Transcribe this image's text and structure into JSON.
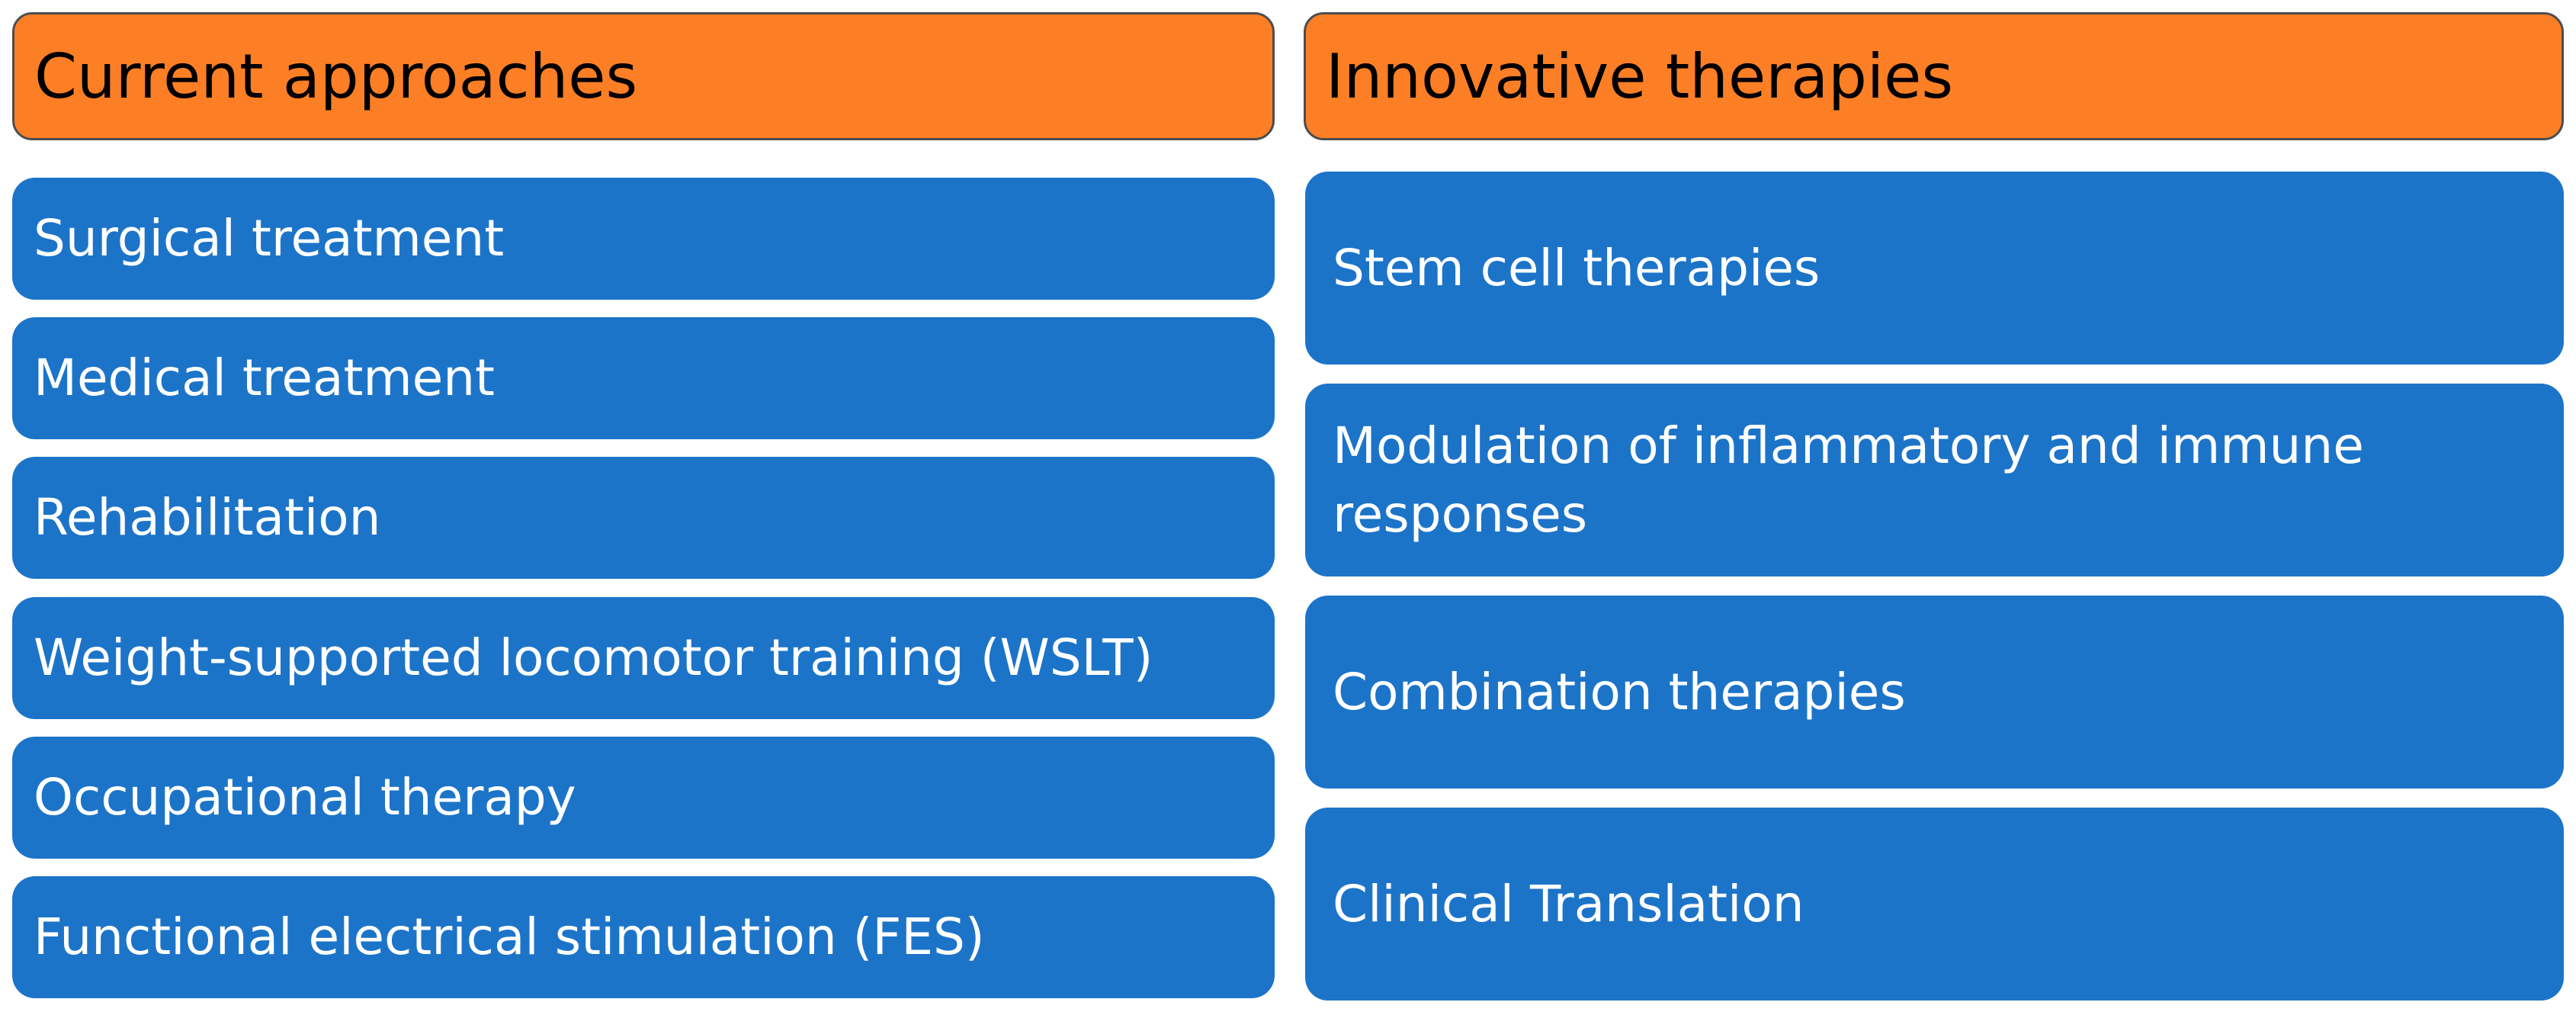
{
  "columns": [
    {
      "heading": "Current approaches",
      "items": [
        "Surgical treatment",
        "Medical treatment",
        "Rehabilitation",
        "Weight-supported locomotor training (WSLT)",
        "Occupational therapy",
        "Functional electrical stimulation (FES)"
      ]
    },
    {
      "heading": "Innovative therapies",
      "items": [
        "Stem cell therapies",
        "Modulation of inflammatory and immune responses",
        "Combination therapies",
        "Clinical Translation"
      ]
    }
  ],
  "colors": {
    "header_fill": "#fd7f25",
    "header_border": "#4d4d4d",
    "item_fill": "#1c74c9",
    "item_text": "#ffffff",
    "header_text": "#000000"
  }
}
